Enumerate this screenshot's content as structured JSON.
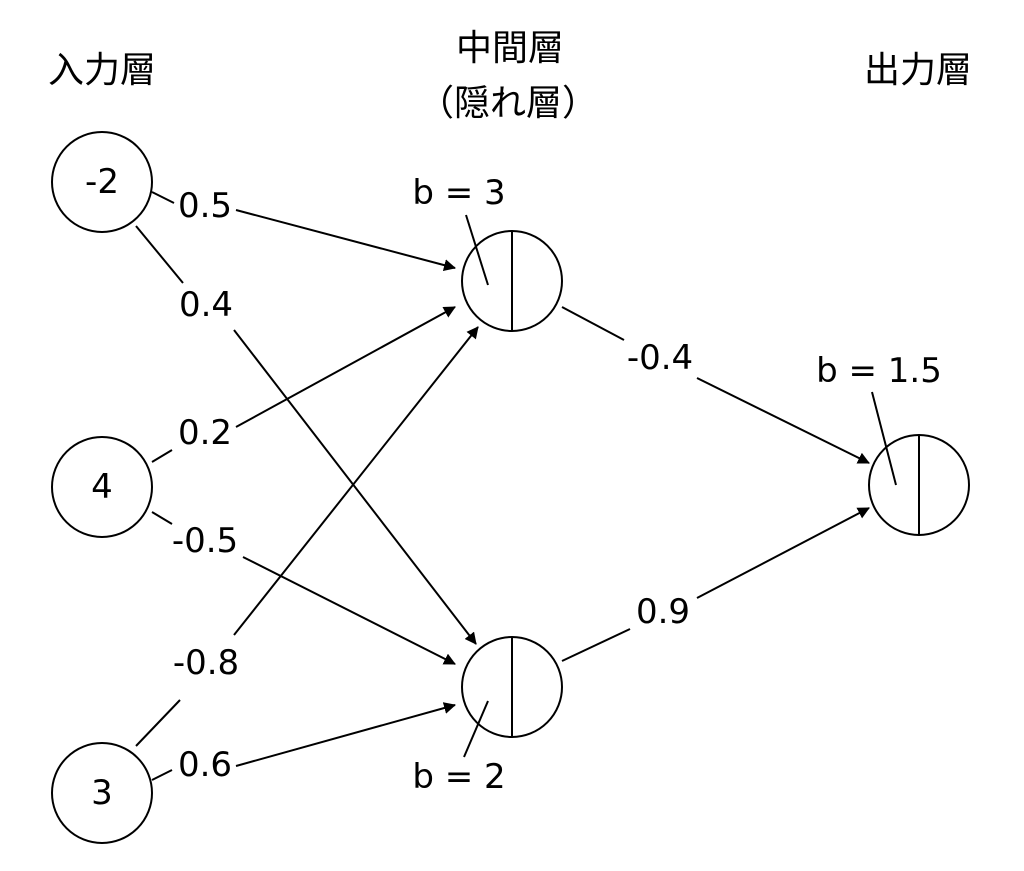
{
  "layers": {
    "input": "入力層",
    "hidden_line1": "中間層",
    "hidden_line2": "（隠れ層）",
    "output": "出力層"
  },
  "input_nodes": [
    {
      "id": "in1",
      "value": "-2"
    },
    {
      "id": "in2",
      "value": "4"
    },
    {
      "id": "in3",
      "value": "3"
    }
  ],
  "hidden_nodes": [
    {
      "id": "h1",
      "bias": "b = 3"
    },
    {
      "id": "h2",
      "bias": "b = 2"
    }
  ],
  "output_nodes": [
    {
      "id": "o1",
      "bias": "b = 1.5"
    }
  ],
  "weights": [
    {
      "from": "in1",
      "to": "h1",
      "value": "0.5"
    },
    {
      "from": "in1",
      "to": "h2",
      "value": "0.4"
    },
    {
      "from": "in2",
      "to": "h1",
      "value": "0.2"
    },
    {
      "from": "in2",
      "to": "h2",
      "value": "-0.5"
    },
    {
      "from": "in3",
      "to": "h1",
      "value": "-0.8"
    },
    {
      "from": "in3",
      "to": "h2",
      "value": "0.6"
    },
    {
      "from": "h1",
      "to": "o1",
      "value": "-0.4"
    },
    {
      "from": "h2",
      "to": "o1",
      "value": "0.9"
    }
  ]
}
